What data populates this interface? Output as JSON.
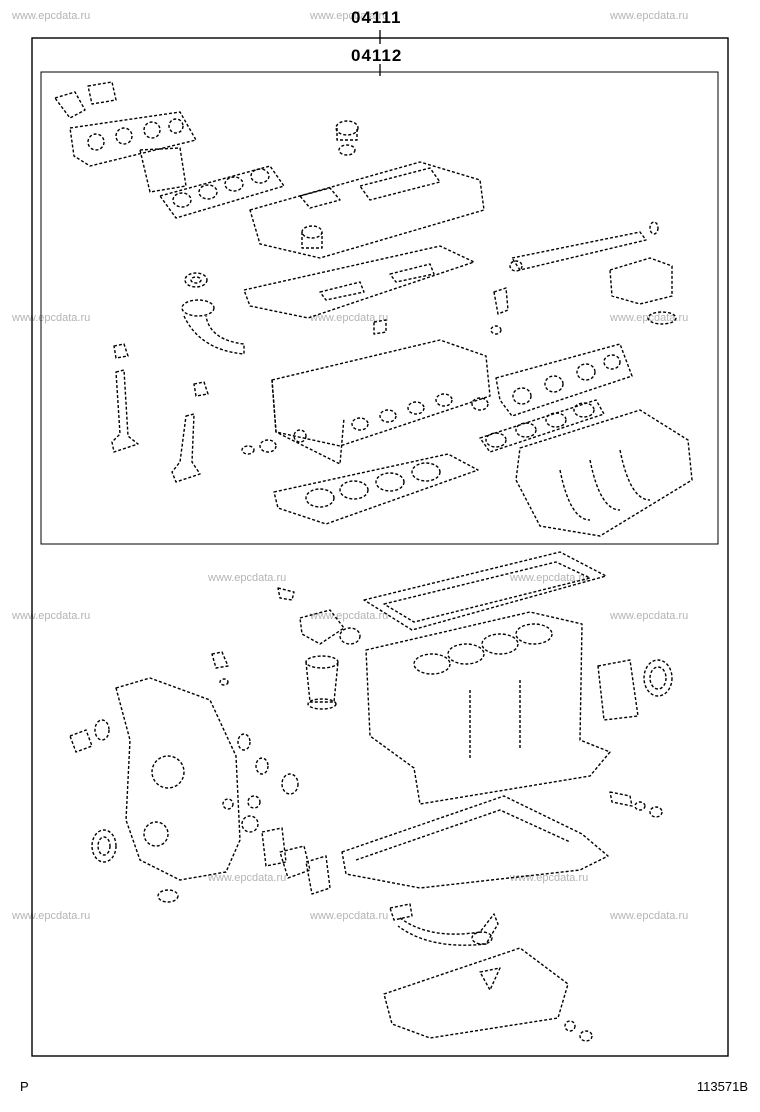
{
  "diagram": {
    "outer_kit_code": "04111",
    "inner_kit_code": "04112",
    "corner_left": "P",
    "corner_right": "113571B",
    "watermark": "www.epcdata.ru"
  }
}
